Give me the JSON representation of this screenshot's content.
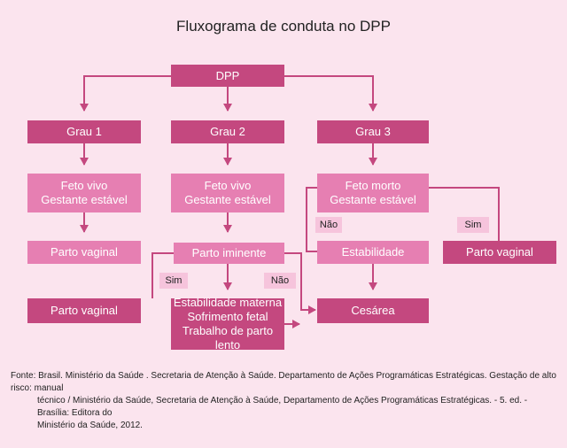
{
  "title": "Fluxograma de conduta no DPP",
  "nodes": {
    "dpp": "DPP",
    "grau1": "Grau 1",
    "grau2": "Grau 2",
    "grau3": "Grau 3",
    "feto_vivo_1": [
      "Feto vivo",
      "Gestante estável"
    ],
    "feto_vivo_2": [
      "Feto vivo",
      "Gestante estável"
    ],
    "feto_morto": [
      "Feto morto",
      "Gestante estável"
    ],
    "parto_vaginal_1": "Parto vaginal",
    "parto_iminente": "Parto iminente",
    "estabilidade": "Estabilidade",
    "parto_vaginal_3": "Parto vaginal",
    "parto_vaginal_2": "Parto vaginal",
    "conditions": [
      "Estabilidade materna",
      "Sofrimento fetal",
      "Trabalho de parto lento"
    ],
    "cesarea": "Cesárea"
  },
  "tags": {
    "sim_left": "Sim",
    "nao_left": "Não",
    "nao_right": "Não",
    "sim_right": "Sim"
  },
  "source": {
    "label": "Fonte:",
    "line1": "Brasil. Ministério da Saúde . Secretaria de Atenção à Saúde. Departamento de Ações Programáticas Estratégicas. Gestação de alto risco: manual",
    "line2": "técnico / Ministério da Saúde, Secretaria de Atenção à Saúde, Departamento de Ações Programáticas Estratégicas. - 5. ed. - Brasília: Editora do",
    "line3": "Ministério da Saúde, 2012."
  },
  "colors": {
    "background": "#fbe4ee",
    "dark_box": "#c4487f",
    "light_box": "#e67fb2",
    "tag": "#f6c4dc"
  }
}
